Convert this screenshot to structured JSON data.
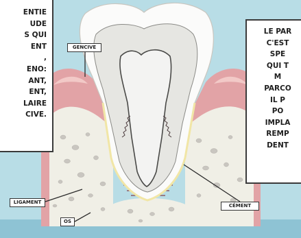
{
  "left_caption": {
    "lines": [
      "ENTIE",
      "UDE",
      "S QUI",
      "ENT",
      ",",
      "ENO:",
      "ANT,",
      "ENT,",
      "LAIRE",
      "CIVE."
    ]
  },
  "right_caption": {
    "lines": [
      "LE PAR",
      "C'EST",
      "SPE",
      "QUI T",
      "M",
      "PARCO",
      "IL P",
      "PO",
      "IMPLA",
      "REMP",
      "DENT"
    ]
  },
  "labels": {
    "gencive": "GENCIVE",
    "ligament": "LIGAMENT",
    "os": "OS",
    "cement": "CÉMENT"
  },
  "colors": {
    "background_blue": "#b8dde6",
    "gum_pink": "#e2a3a6",
    "gum_highlight": "#f2c9c7",
    "bone": "#f0efe6",
    "bone_spots": "#c9c6c0",
    "enamel": "#fbfbfa",
    "dentin": "#e6e6e2",
    "pulp": "#f3f3f2",
    "ligament_lines": "#7a2e3a",
    "bottom_band": "#8ec3d4"
  }
}
